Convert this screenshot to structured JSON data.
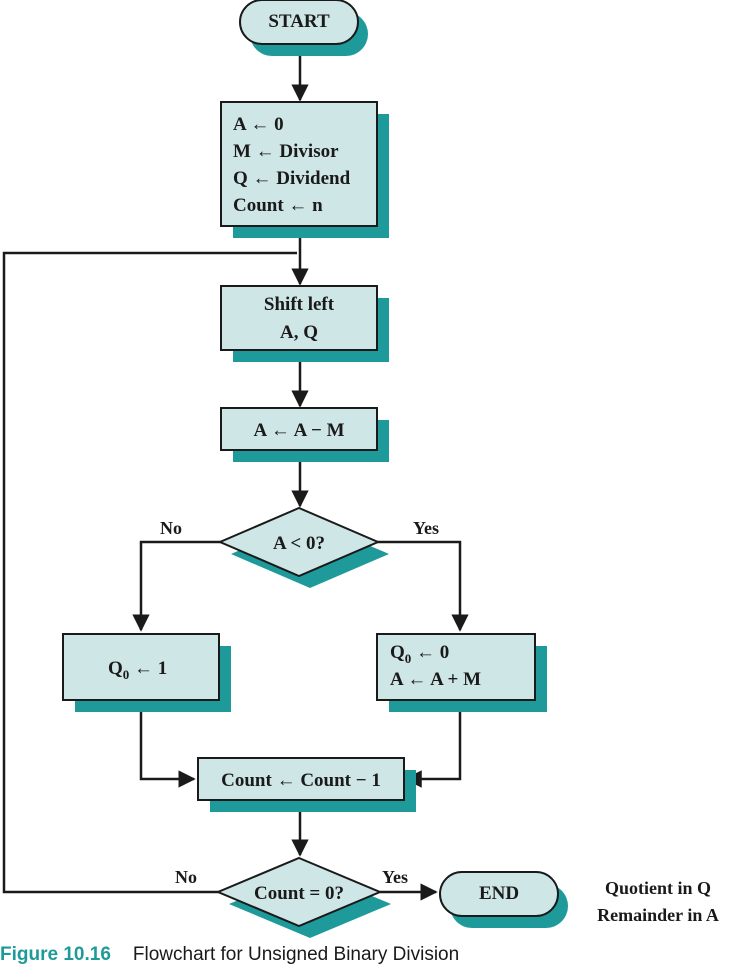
{
  "start": {
    "label": "START"
  },
  "init": {
    "lines": [
      "A ← 0",
      "M ← Divisor",
      "Q ← Dividend",
      "Count ← n"
    ]
  },
  "shift": {
    "lines": [
      "Shift left",
      "A, Q"
    ]
  },
  "subtract": {
    "label": "A ← A − M"
  },
  "decision_sign": {
    "label": "A < 0?",
    "no_label": "No",
    "yes_label": "Yes"
  },
  "set_q1": {
    "q": "Q",
    "sub": "0",
    "rest": " ← 1"
  },
  "restore": {
    "q": "Q",
    "sub": "0",
    "rest": " ← 0",
    "line2": "A ← A + M"
  },
  "decrement": {
    "label": "Count ← Count − 1"
  },
  "decision_count": {
    "label": "Count = 0?",
    "no_label": "No",
    "yes_label": "Yes"
  },
  "end": {
    "label": "END"
  },
  "result_note": {
    "lines": [
      "Quotient in Q",
      "Remainder in A"
    ]
  },
  "caption": {
    "number": "Figure 10.16",
    "text": "Flowchart for Unsigned Binary Division"
  },
  "colors": {
    "box_fill": "#cfe6e6",
    "shadow": "#1f9a9a",
    "stroke": "#1a1a1a"
  }
}
